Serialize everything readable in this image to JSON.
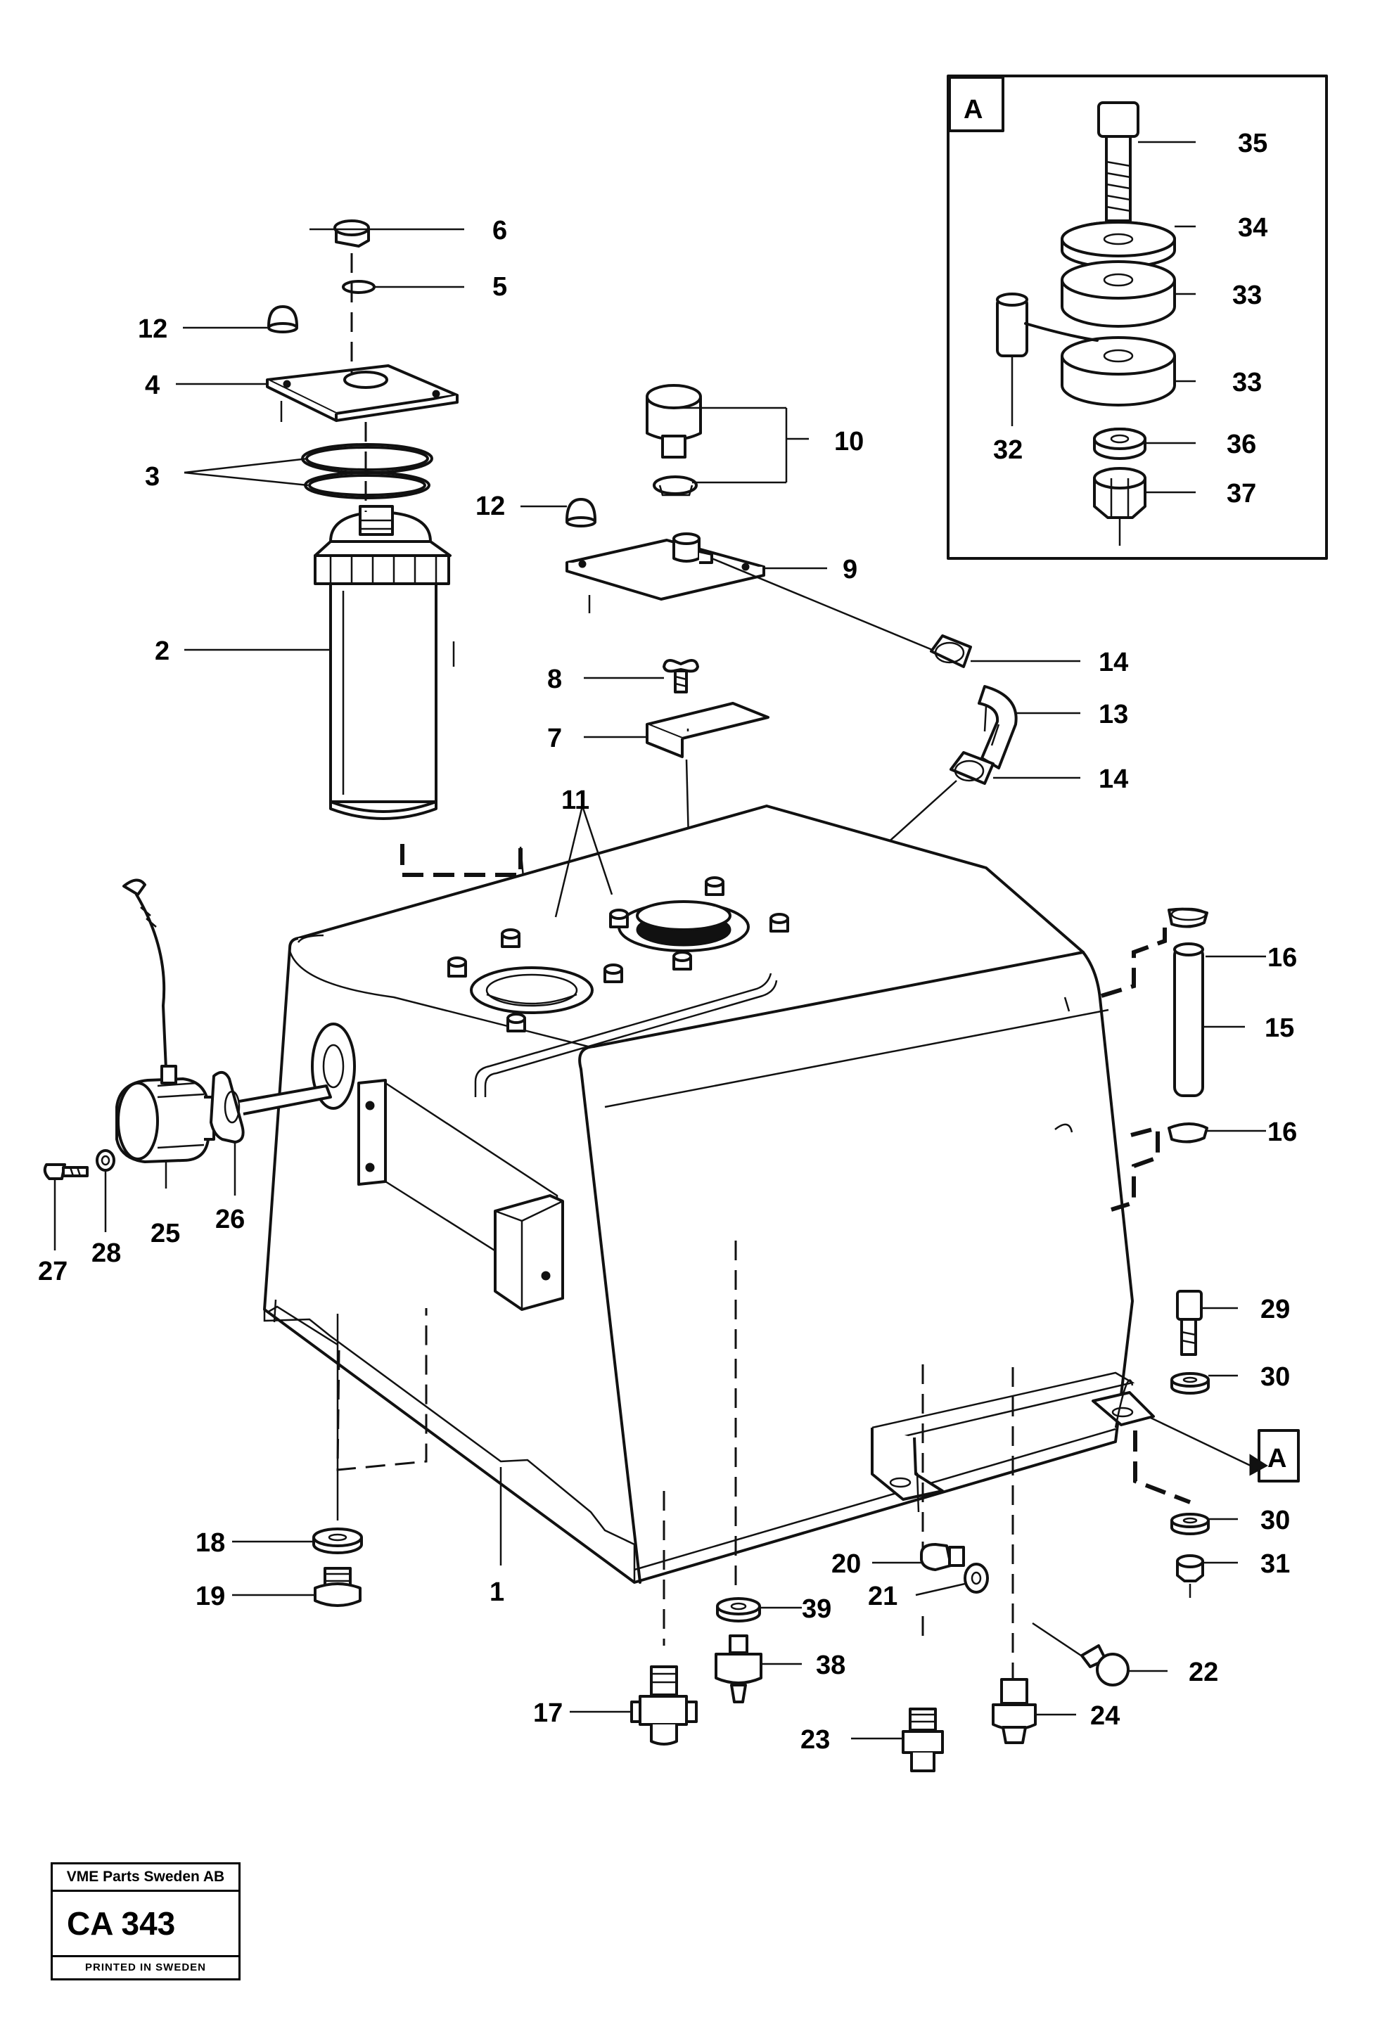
{
  "callouts": {
    "n1": "1",
    "n2": "2",
    "n3": "3",
    "n4": "4",
    "n5": "5",
    "n6": "6",
    "n7": "7",
    "n8": "8",
    "n9": "9",
    "n10": "10",
    "n11": "11",
    "n12a": "12",
    "n12b": "12",
    "n13": "13",
    "n14a": "14",
    "n14b": "14",
    "n15": "15",
    "n16a": "16",
    "n16b": "16",
    "n17": "17",
    "n18": "18",
    "n19": "19",
    "n20": "20",
    "n21": "21",
    "n22": "22",
    "n23": "23",
    "n24": "24",
    "n25": "25",
    "n26": "26",
    "n27": "27",
    "n28": "28",
    "n29": "29",
    "n30a": "30",
    "n30b": "30",
    "n31": "31",
    "n32": "32",
    "n33a": "33",
    "n33b": "33",
    "n34": "34",
    "n35": "35",
    "n36": "36",
    "n37": "37",
    "n38": "38",
    "n39": "39"
  },
  "detail": {
    "tag": "A",
    "ref": "A"
  },
  "stamp": {
    "company": "VME Parts Sweden AB",
    "code": "CA 343",
    "printed": "PRINTED IN SWEDEN"
  }
}
